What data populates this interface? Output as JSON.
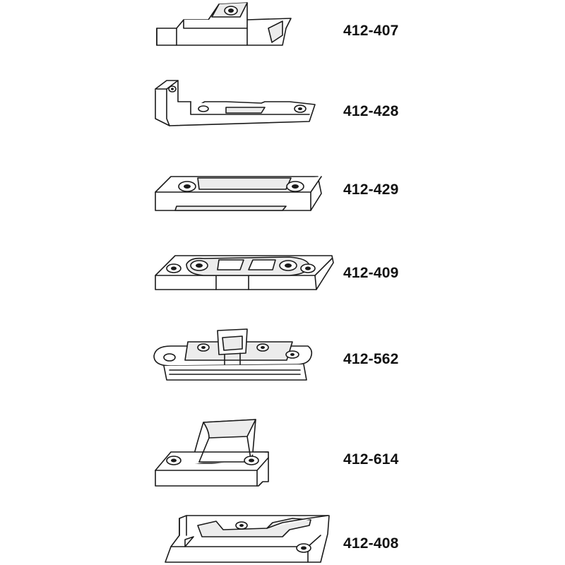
{
  "parts": [
    {
      "code": "412-407",
      "icon": "strike-plate-icon"
    },
    {
      "code": "412-428",
      "icon": "angled-strike-plate-icon"
    },
    {
      "code": "412-429",
      "icon": "flat-strike-plate-icon"
    },
    {
      "code": "412-409",
      "icon": "double-strike-plate-icon"
    },
    {
      "code": "412-562",
      "icon": "adjustable-strike-plate-icon"
    },
    {
      "code": "412-614",
      "icon": "hook-strike-plate-icon"
    },
    {
      "code": "412-408",
      "icon": "sliding-strike-plate-icon"
    }
  ],
  "colors": {
    "line": "#1a1a1a",
    "background": "#ffffff"
  }
}
